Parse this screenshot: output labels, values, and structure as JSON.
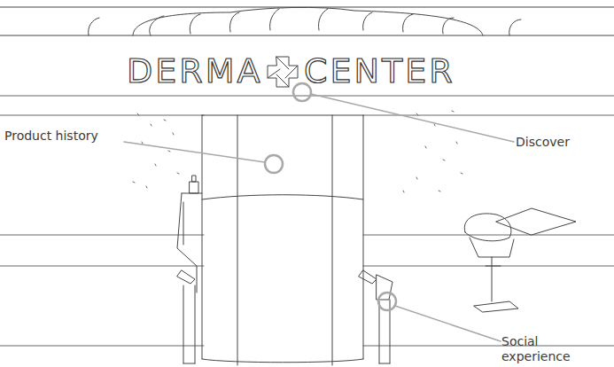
{
  "diagram": {
    "labels": [
      "DERMA",
      "CENTER",
      "Product history",
      "Discover",
      "Social experience"
    ]
  }
}
